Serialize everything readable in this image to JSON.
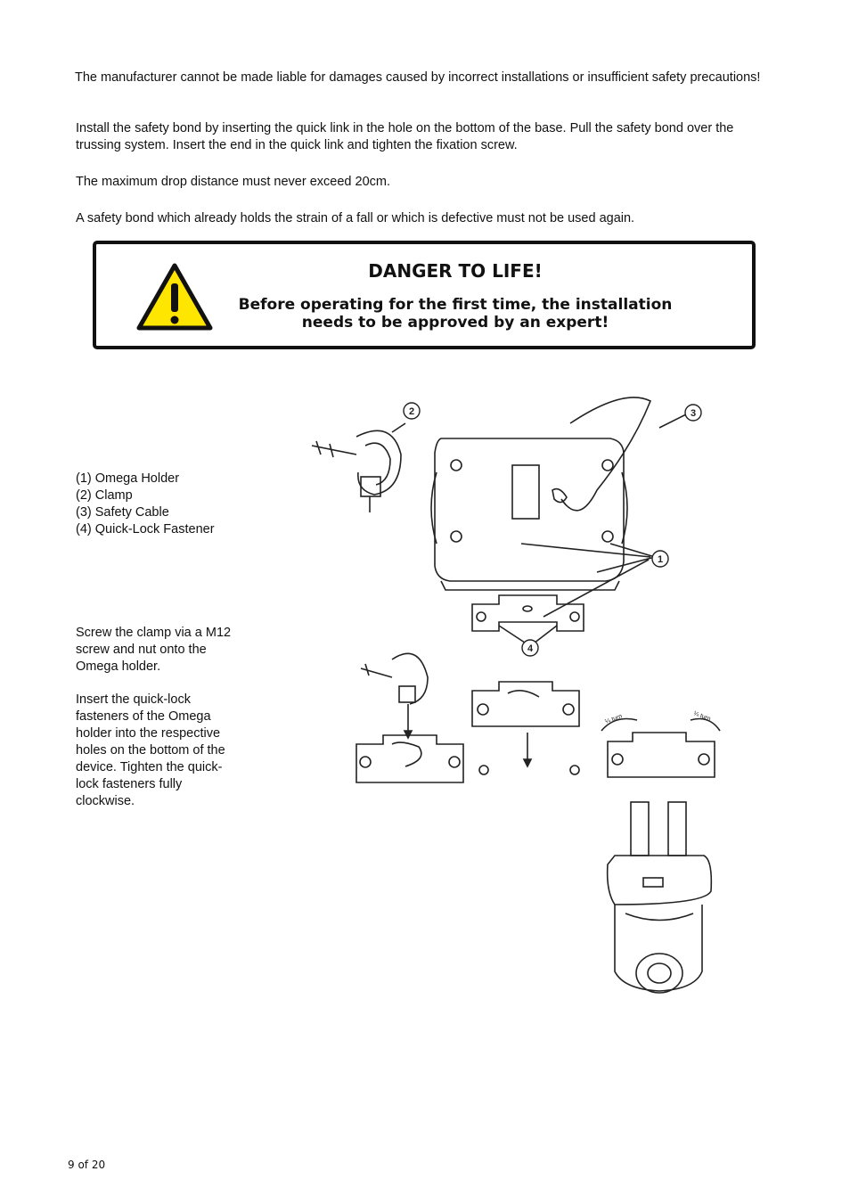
{
  "paragraphs": {
    "p1": "The manufacturer cannot be made liable for damages caused by incorrect installations or insufficient safety precautions!",
    "p2": "Install the safety bond by inserting the quick link in the hole on the bottom of the base. Pull the safety bond over the trussing system. Insert the end in the quick link and tighten the fixation screw.",
    "p3": "The maximum drop distance must never exceed 20cm.",
    "p4": "A safety bond which already holds the strain of a fall or which is defective must not be used again."
  },
  "danger": {
    "title": "DANGER TO LIFE!",
    "line1": "Before operating for the first time, the installation",
    "line2": "needs to be approved by an expert!",
    "icon": "warning-triangle-icon",
    "icon_color": "#FFE600"
  },
  "legend": {
    "items": [
      "(1) Omega Holder",
      "(2) Clamp",
      "(3) Safety Cable",
      "(4) Quick-Lock Fastener"
    ]
  },
  "figure_labels": [
    "1",
    "2",
    "3",
    "4"
  ],
  "figure_rotation_label": "¼ turn",
  "instructions": {
    "step1": "Screw the clamp via a M12 screw and nut onto the Omega holder.",
    "step2": "Insert the quick-lock fasteners of the Omega holder into the respective holes on the bottom of the device. Tighten the quick-lock fasteners fully clockwise."
  },
  "footer": {
    "page": "9 of 20"
  }
}
